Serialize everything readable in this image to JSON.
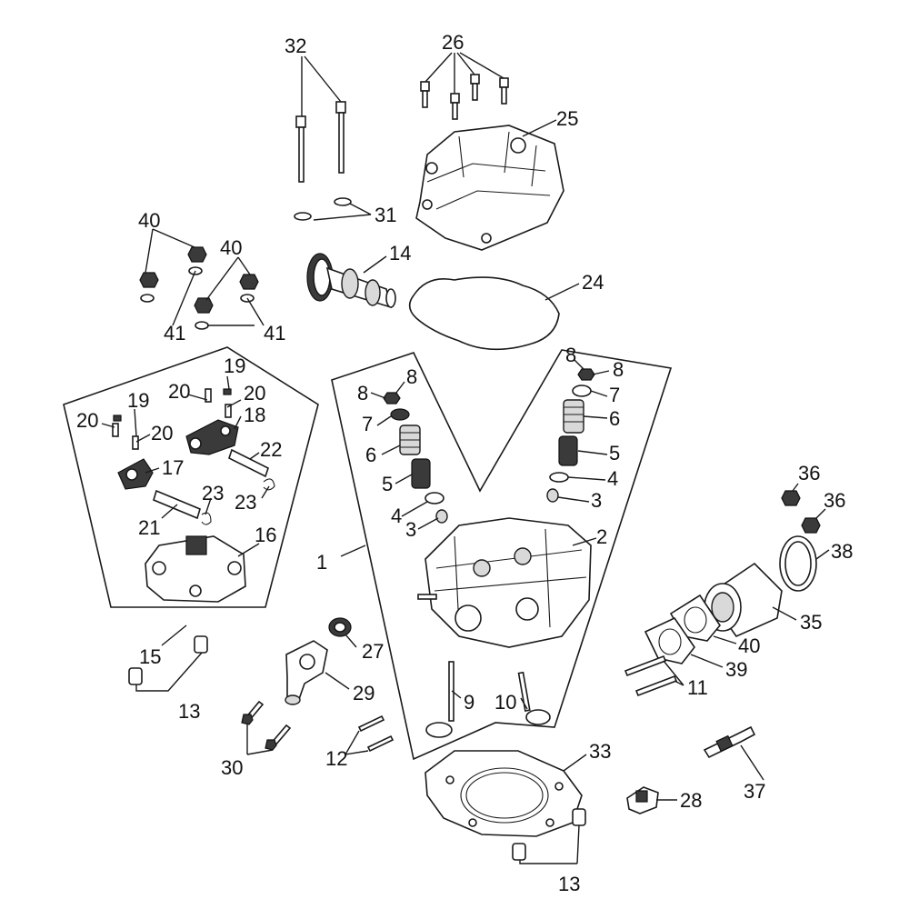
{
  "callouts": [
    {
      "id": "32",
      "text": "32"
    },
    {
      "id": "26",
      "text": "26"
    },
    {
      "id": "25",
      "text": "25"
    },
    {
      "id": "31",
      "text": "31"
    },
    {
      "id": "14",
      "text": "14"
    },
    {
      "id": "24",
      "text": "24"
    },
    {
      "id": "40a",
      "text": "40"
    },
    {
      "id": "40b",
      "text": "40"
    },
    {
      "id": "41a",
      "text": "41"
    },
    {
      "id": "41b",
      "text": "41"
    },
    {
      "id": "19a",
      "text": "19"
    },
    {
      "id": "20a",
      "text": "20"
    },
    {
      "id": "20b",
      "text": "20"
    },
    {
      "id": "18",
      "text": "18"
    },
    {
      "id": "19b",
      "text": "19"
    },
    {
      "id": "20c",
      "text": "20"
    },
    {
      "id": "20d",
      "text": "20"
    },
    {
      "id": "22",
      "text": "22"
    },
    {
      "id": "17",
      "text": "17"
    },
    {
      "id": "23a",
      "text": "23"
    },
    {
      "id": "23b",
      "text": "23"
    },
    {
      "id": "21",
      "text": "21"
    },
    {
      "id": "16",
      "text": "16"
    },
    {
      "id": "15",
      "text": "15"
    },
    {
      "id": "13a",
      "text": "13"
    },
    {
      "id": "8a",
      "text": "8"
    },
    {
      "id": "8b",
      "text": "8"
    },
    {
      "id": "7a",
      "text": "7"
    },
    {
      "id": "6a",
      "text": "6"
    },
    {
      "id": "5a",
      "text": "5"
    },
    {
      "id": "4a",
      "text": "4"
    },
    {
      "id": "3a",
      "text": "3"
    },
    {
      "id": "8c",
      "text": "8"
    },
    {
      "id": "8d",
      "text": "8"
    },
    {
      "id": "7b",
      "text": "7"
    },
    {
      "id": "6b",
      "text": "6"
    },
    {
      "id": "5b",
      "text": "5"
    },
    {
      "id": "4b",
      "text": "4"
    },
    {
      "id": "3b",
      "text": "3"
    },
    {
      "id": "1",
      "text": "1"
    },
    {
      "id": "2",
      "text": "2"
    },
    {
      "id": "27",
      "text": "27"
    },
    {
      "id": "29",
      "text": "29"
    },
    {
      "id": "9",
      "text": "9"
    },
    {
      "id": "10",
      "text": "10"
    },
    {
      "id": "30",
      "text": "30"
    },
    {
      "id": "12",
      "text": "12"
    },
    {
      "id": "33",
      "text": "33"
    },
    {
      "id": "13b",
      "text": "13"
    },
    {
      "id": "36a",
      "text": "36"
    },
    {
      "id": "36b",
      "text": "36"
    },
    {
      "id": "38",
      "text": "38"
    },
    {
      "id": "35",
      "text": "35"
    },
    {
      "id": "40c",
      "text": "40"
    },
    {
      "id": "39",
      "text": "39"
    },
    {
      "id": "11",
      "text": "11"
    },
    {
      "id": "37",
      "text": "37"
    },
    {
      "id": "28",
      "text": "28"
    }
  ]
}
